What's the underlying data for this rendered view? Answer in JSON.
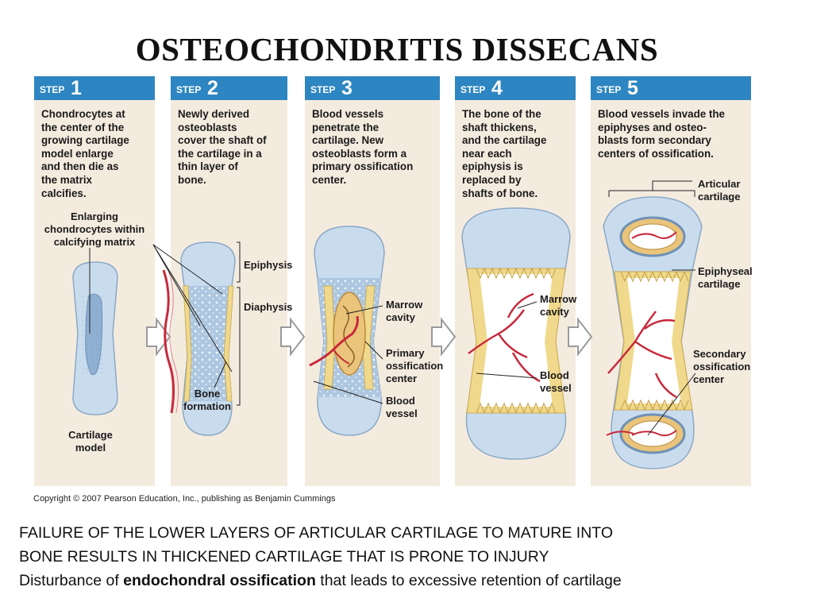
{
  "title": "OSTEOCHONDRITIS DISSECANS",
  "step_word": "STEP",
  "steps": [
    {
      "number": "1",
      "text": "Chondrocytes at\nthe center of the\ngrowing cartilage\nmodel enlarge\nand then die as\nthe matrix\ncalcifies."
    },
    {
      "number": "2",
      "text": "Newly derived\nosteoblasts\ncover the shaft of\nthe cartilage in a\nthin layer of\nbone."
    },
    {
      "number": "3",
      "text": "Blood vessels\npenetrate the\ncartilage. New\nosteoblasts form a\nprimary ossification\ncenter."
    },
    {
      "number": "4",
      "text": "The bone of the\nshaft thickens,\nand the cartilage\nnear each\nepiphysis is\nreplaced by\nshafts of bone."
    },
    {
      "number": "5",
      "text": "Blood vessels invade the\nepiphyses and osteo-\nblasts form secondary\ncenters of ossification."
    }
  ],
  "labels": {
    "enlarging": "Enlarging\nchondrocytes within\ncalcifying matrix",
    "cartilage_model": "Cartilage\nmodel",
    "epiphysis": "Epiphysis",
    "diaphysis": "Diaphysis",
    "bone_formation": "Bone\nformation",
    "marrow_cavity_3": "Marrow\ncavity",
    "primary_ossification": "Primary\nossification\ncenter",
    "blood_vessel_3": "Blood\nvessel",
    "marrow_cavity_4": "Marrow\ncavity",
    "blood_vessel_4": "Blood\nvessel",
    "articular_cartilage": "Articular\ncartilage",
    "epiphyseal_cartilage": "Epiphyseal\ncartilage",
    "secondary_ossification": "Secondary\nossification\ncenter"
  },
  "copyright": "Copyright © 2007 Pearson Education, Inc., publishing as Benjamin Cummings",
  "footer": {
    "line1": "FAILURE OF THE LOWER LAYERS OF ARTICULAR CARTILAGE TO MATURE INTO",
    "line2": "BONE RESULTS IN THICKENED CARTILAGE THAT IS PRONE TO INJURY",
    "line3_pre": "Disturbance of ",
    "line3_bold": "endochondral ossification",
    "line3_post": " that leads to excessive retention of cartilage"
  },
  "colors": {
    "panel_bg": "#f4ebdf",
    "header_blue": "#2d86c1",
    "cartilage_blue": "#c4d8ea",
    "bone_yellow": "#f0d98c",
    "vessel_red": "#c8283a"
  }
}
